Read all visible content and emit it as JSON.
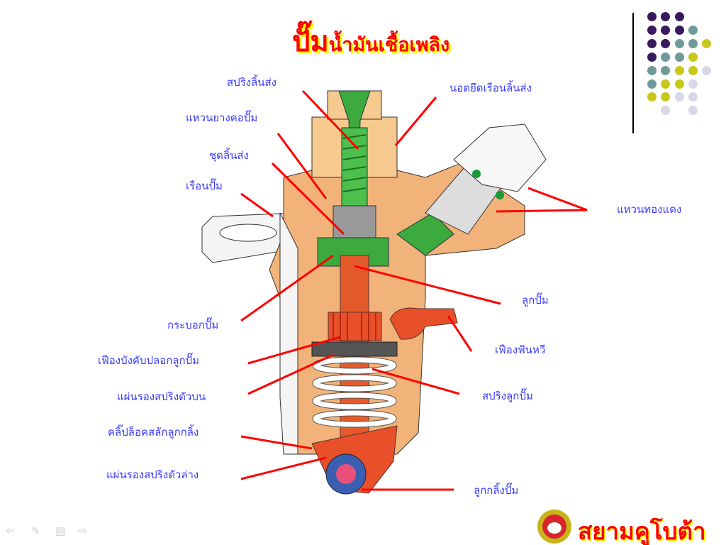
{
  "title": {
    "main": "ปั๊ม",
    "rest": "น้ำมันเชื้อเพลิง"
  },
  "labels": {
    "delivery_valve_spring": "สปริงลิ้นส่ง",
    "pump_neck_oring": "แหวนยางคอปั๊ม",
    "delivery_valve_set": "ชุดลิ้นส่ง",
    "pump_housing": "เรือนปั๊ม",
    "pump_barrel": "กระบอกปั๊ม",
    "control_sleeve_gear": "เฟืองบังคับปลอกลูกปั๊ม",
    "upper_spring_seat": "แผ่นรองสปริงตัวบน",
    "roller_pin_clip": "คลิ๊ปล็อคสลักลูกกลิ้ง",
    "lower_spring_seat": "แผ่นรองสปริงตัวล่าง",
    "delivery_valve_holder_nut": "นอตยึดเรือนลิ้นส่ง",
    "copper_washer": "แหวนทองแดง",
    "plunger": "ลูกปั๊ม",
    "control_rack": "เฟืองฟันหวี",
    "plunger_spring": "สปริงลูกปั๊ม",
    "pump_roller": "ลูกกลิ้งปั๊ม"
  },
  "logo": {
    "text": "สยามคูโบต้า",
    "icon": "elephant-gear-logo"
  },
  "nav": {
    "prev": "⇦",
    "pen": "✎",
    "menu": "▤",
    "next": "⇨"
  },
  "colors": {
    "label": "#3b3bff",
    "leader": "#ff0000",
    "title": "#ff0000",
    "title_shadow": "#ffff00"
  }
}
